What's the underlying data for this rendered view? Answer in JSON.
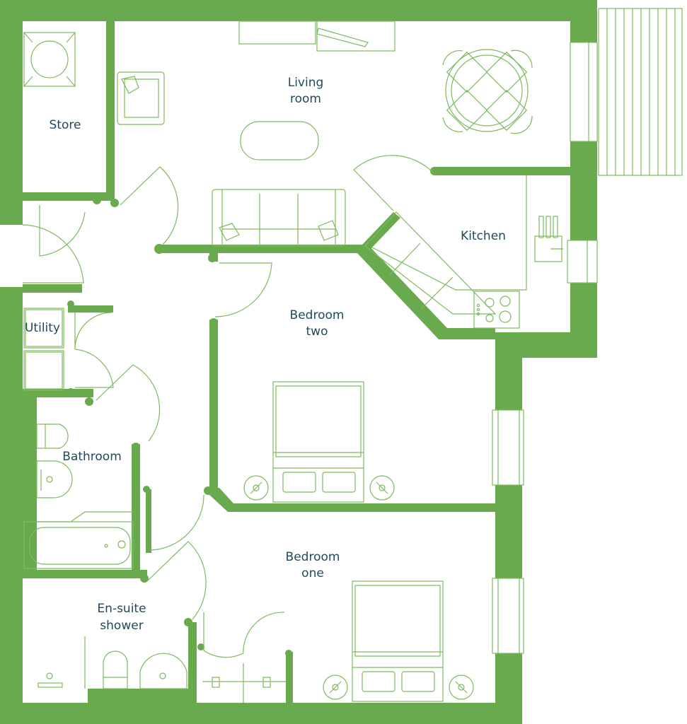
{
  "colors": {
    "wall": "#6aaa4f",
    "fixture_line": "#7dba5e",
    "label_text": "#1f4a5a",
    "background": "#ffffff"
  },
  "rooms": {
    "store": "Store",
    "living_1": "Living",
    "living_2": "room",
    "kitchen": "Kitchen",
    "utility": "Utility",
    "bedroom_two_1": "Bedroom",
    "bedroom_two_2": "two",
    "bathroom": "Bathroom",
    "bedroom_one_1": "Bedroom",
    "bedroom_one_2": "one",
    "ensuite_1": "En-suite",
    "ensuite_2": "shower"
  }
}
